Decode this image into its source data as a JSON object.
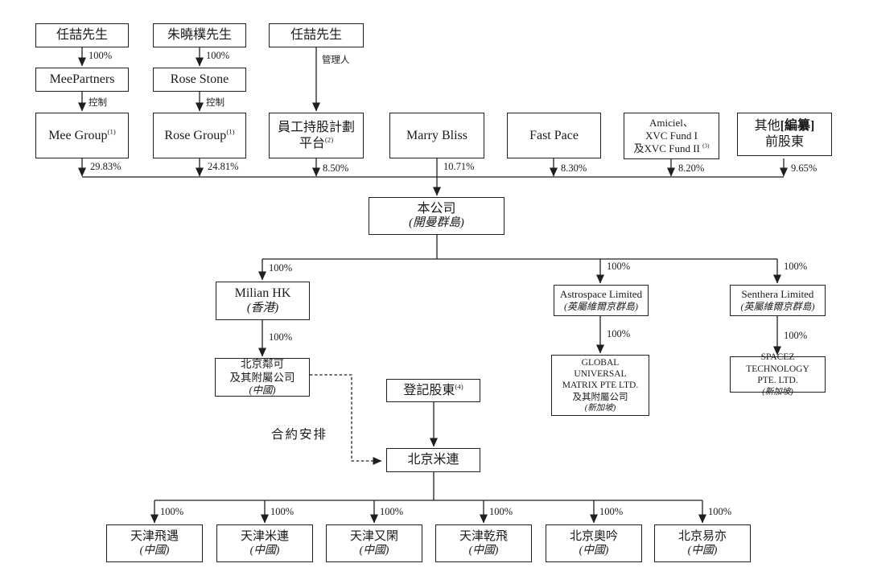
{
  "nodes": {
    "mr_ren_1": {
      "name": "任喆先生"
    },
    "mr_zhu": {
      "name": "朱曉樸先生"
    },
    "mr_ren_2": {
      "name": "任喆先生"
    },
    "meepartners": {
      "name": "MeePartners"
    },
    "rose_stone": {
      "name": "Rose Stone"
    },
    "mee_group": {
      "name": "Mee Group",
      "sup": "(1)"
    },
    "rose_group": {
      "name": "Rose Group",
      "sup": "(1)"
    },
    "esop": {
      "line1": "員工持股計劃",
      "line2": "平台",
      "sup": "(2)"
    },
    "marry_bliss": {
      "name": "Marry Bliss"
    },
    "fast_pace": {
      "name": "Fast Pace"
    },
    "amiciel": {
      "line1": "Amiciel、",
      "line2": "XVC Fund I",
      "line3": "及XVC Fund II",
      "sup": "(3)"
    },
    "other_former": {
      "prefix": "其他",
      "redacted": "[編纂]",
      "line2": "前股東"
    },
    "company": {
      "name": "本公司",
      "location": "(開曼群島)"
    },
    "milian_hk": {
      "name": "Milian HK",
      "location": "(香港)"
    },
    "astrospace": {
      "name": "Astrospace Limited",
      "location": "(英屬維爾京群島)"
    },
    "senthera": {
      "name": "Senthera Limited",
      "location": "(英屬維爾京群島)"
    },
    "beijing_linke": {
      "line1": "北京鄰可",
      "line2": "及其附屬公司",
      "location": "(中國)"
    },
    "gum": {
      "line1": "GLOBAL",
      "line2": "UNIVERSAL",
      "line3": "MATRIX PTE LTD.",
      "line4": "及其附屬公司",
      "location": "(新加坡)"
    },
    "spacez": {
      "line1": "SPACEZ TECHNOLOGY",
      "line2": "PTE. LTD.",
      "location": "(新加坡)"
    },
    "registered_sh": {
      "name": "登記股東",
      "sup": "(4)"
    },
    "beijing_milian": {
      "name": "北京米連"
    },
    "tianjin_feiyu": {
      "name": "天津飛遇",
      "location": "(中國)"
    },
    "tianjin_milian": {
      "name": "天津米連",
      "location": "(中國)"
    },
    "tianjin_youxian": {
      "name": "天津又閑",
      "location": "(中國)"
    },
    "tianjin_qianfei": {
      "name": "天津乾飛",
      "location": "(中國)"
    },
    "beijing_aoyin": {
      "name": "北京奧吟",
      "location": "(中國)"
    },
    "beijing_yiyi": {
      "name": "北京易亦",
      "location": "(中國)"
    }
  },
  "edge_labels": {
    "mee_ownership": "100%",
    "rose_ownership": "100%",
    "mee_control": "控制",
    "rose_control": "控制",
    "esop_manager": "管理人",
    "pct_mee_group": "29.83%",
    "pct_rose_group": "24.81%",
    "pct_esop": "8.50%",
    "pct_marry_bliss": "10.71%",
    "pct_fast_pace": "8.30%",
    "pct_amiciel": "8.20%",
    "pct_other": "9.65%",
    "pct_milian_hk": "100%",
    "pct_astrospace": "100%",
    "pct_senthera": "100%",
    "pct_beijing_linke": "100%",
    "pct_gum": "100%",
    "pct_spacez": "100%",
    "contractual_arrangements": "合約安排",
    "pct_tianjin_feiyu": "100%",
    "pct_tianjin_milian": "100%",
    "pct_tianjin_youxian": "100%",
    "pct_tianjin_qianfei": "100%",
    "pct_beijing_aoyin": "100%",
    "pct_beijing_yiyi": "100%"
  }
}
